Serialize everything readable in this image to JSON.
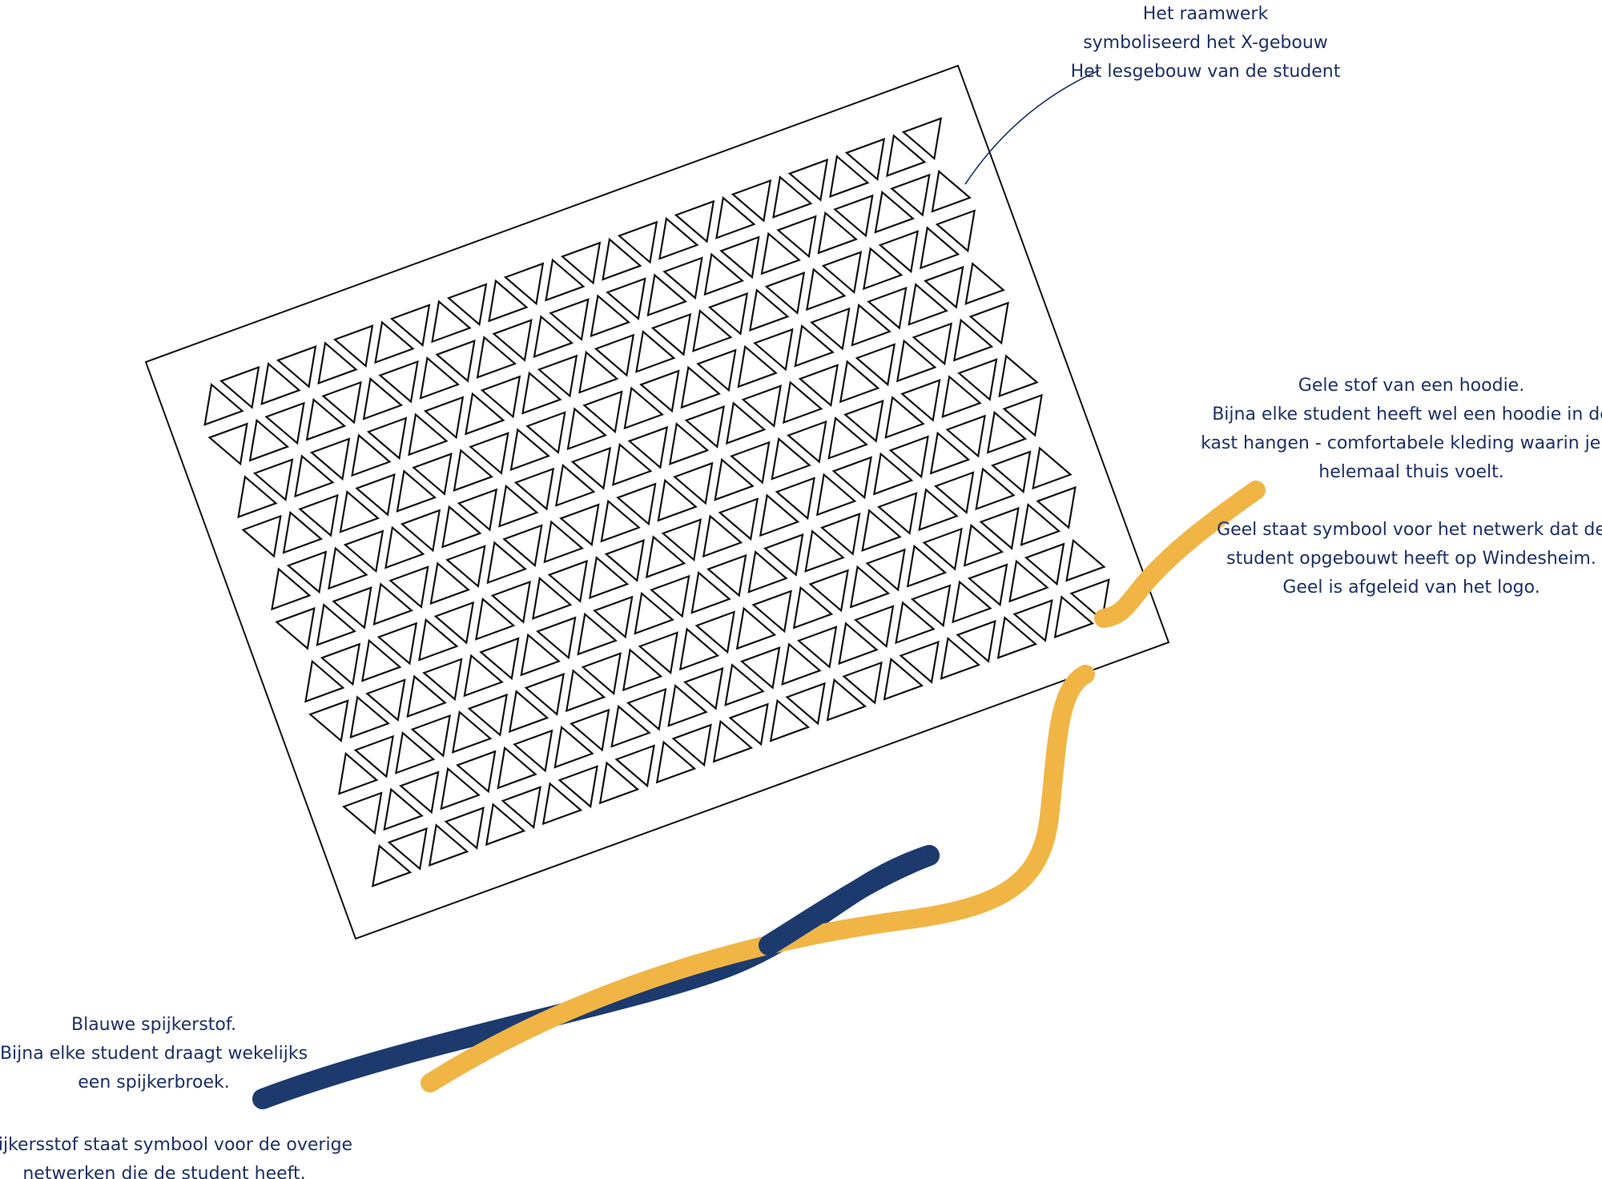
{
  "annotations": {
    "framework": {
      "lines": [
        "Het raamwerk",
        "symboliseerd het X-gebouw",
        "Het lesgebouw van de student"
      ]
    },
    "yellow_fabric": {
      "lines": [
        "Gele stof van een hoodie.",
        "Bijna elke student heeft wel een hoodie in de",
        "kast hangen - comfortabele kleding waarin je je",
        "helemaal thuis voelt."
      ],
      "lines2": [
        "Geel staat symbool voor het netwerk dat de",
        "student opgebouwt heeft op Windesheim.",
        "Geel is afgeleid van het logo."
      ]
    },
    "blue_fabric": {
      "lines": [
        "Blauwe spijkerstof.",
        "Bijna elke student draagt wekelijks",
        "een spijkerbroek."
      ]
    },
    "denim_symbol": {
      "lines": [
        "Spijkersstof staat symbool voor de overige",
        "netwerken die de student heeft."
      ]
    }
  },
  "colors": {
    "text": "#1c2f66",
    "yellow_thread": "#f0b545",
    "blue_thread": "#1d3a6e",
    "frame": "#111111"
  }
}
